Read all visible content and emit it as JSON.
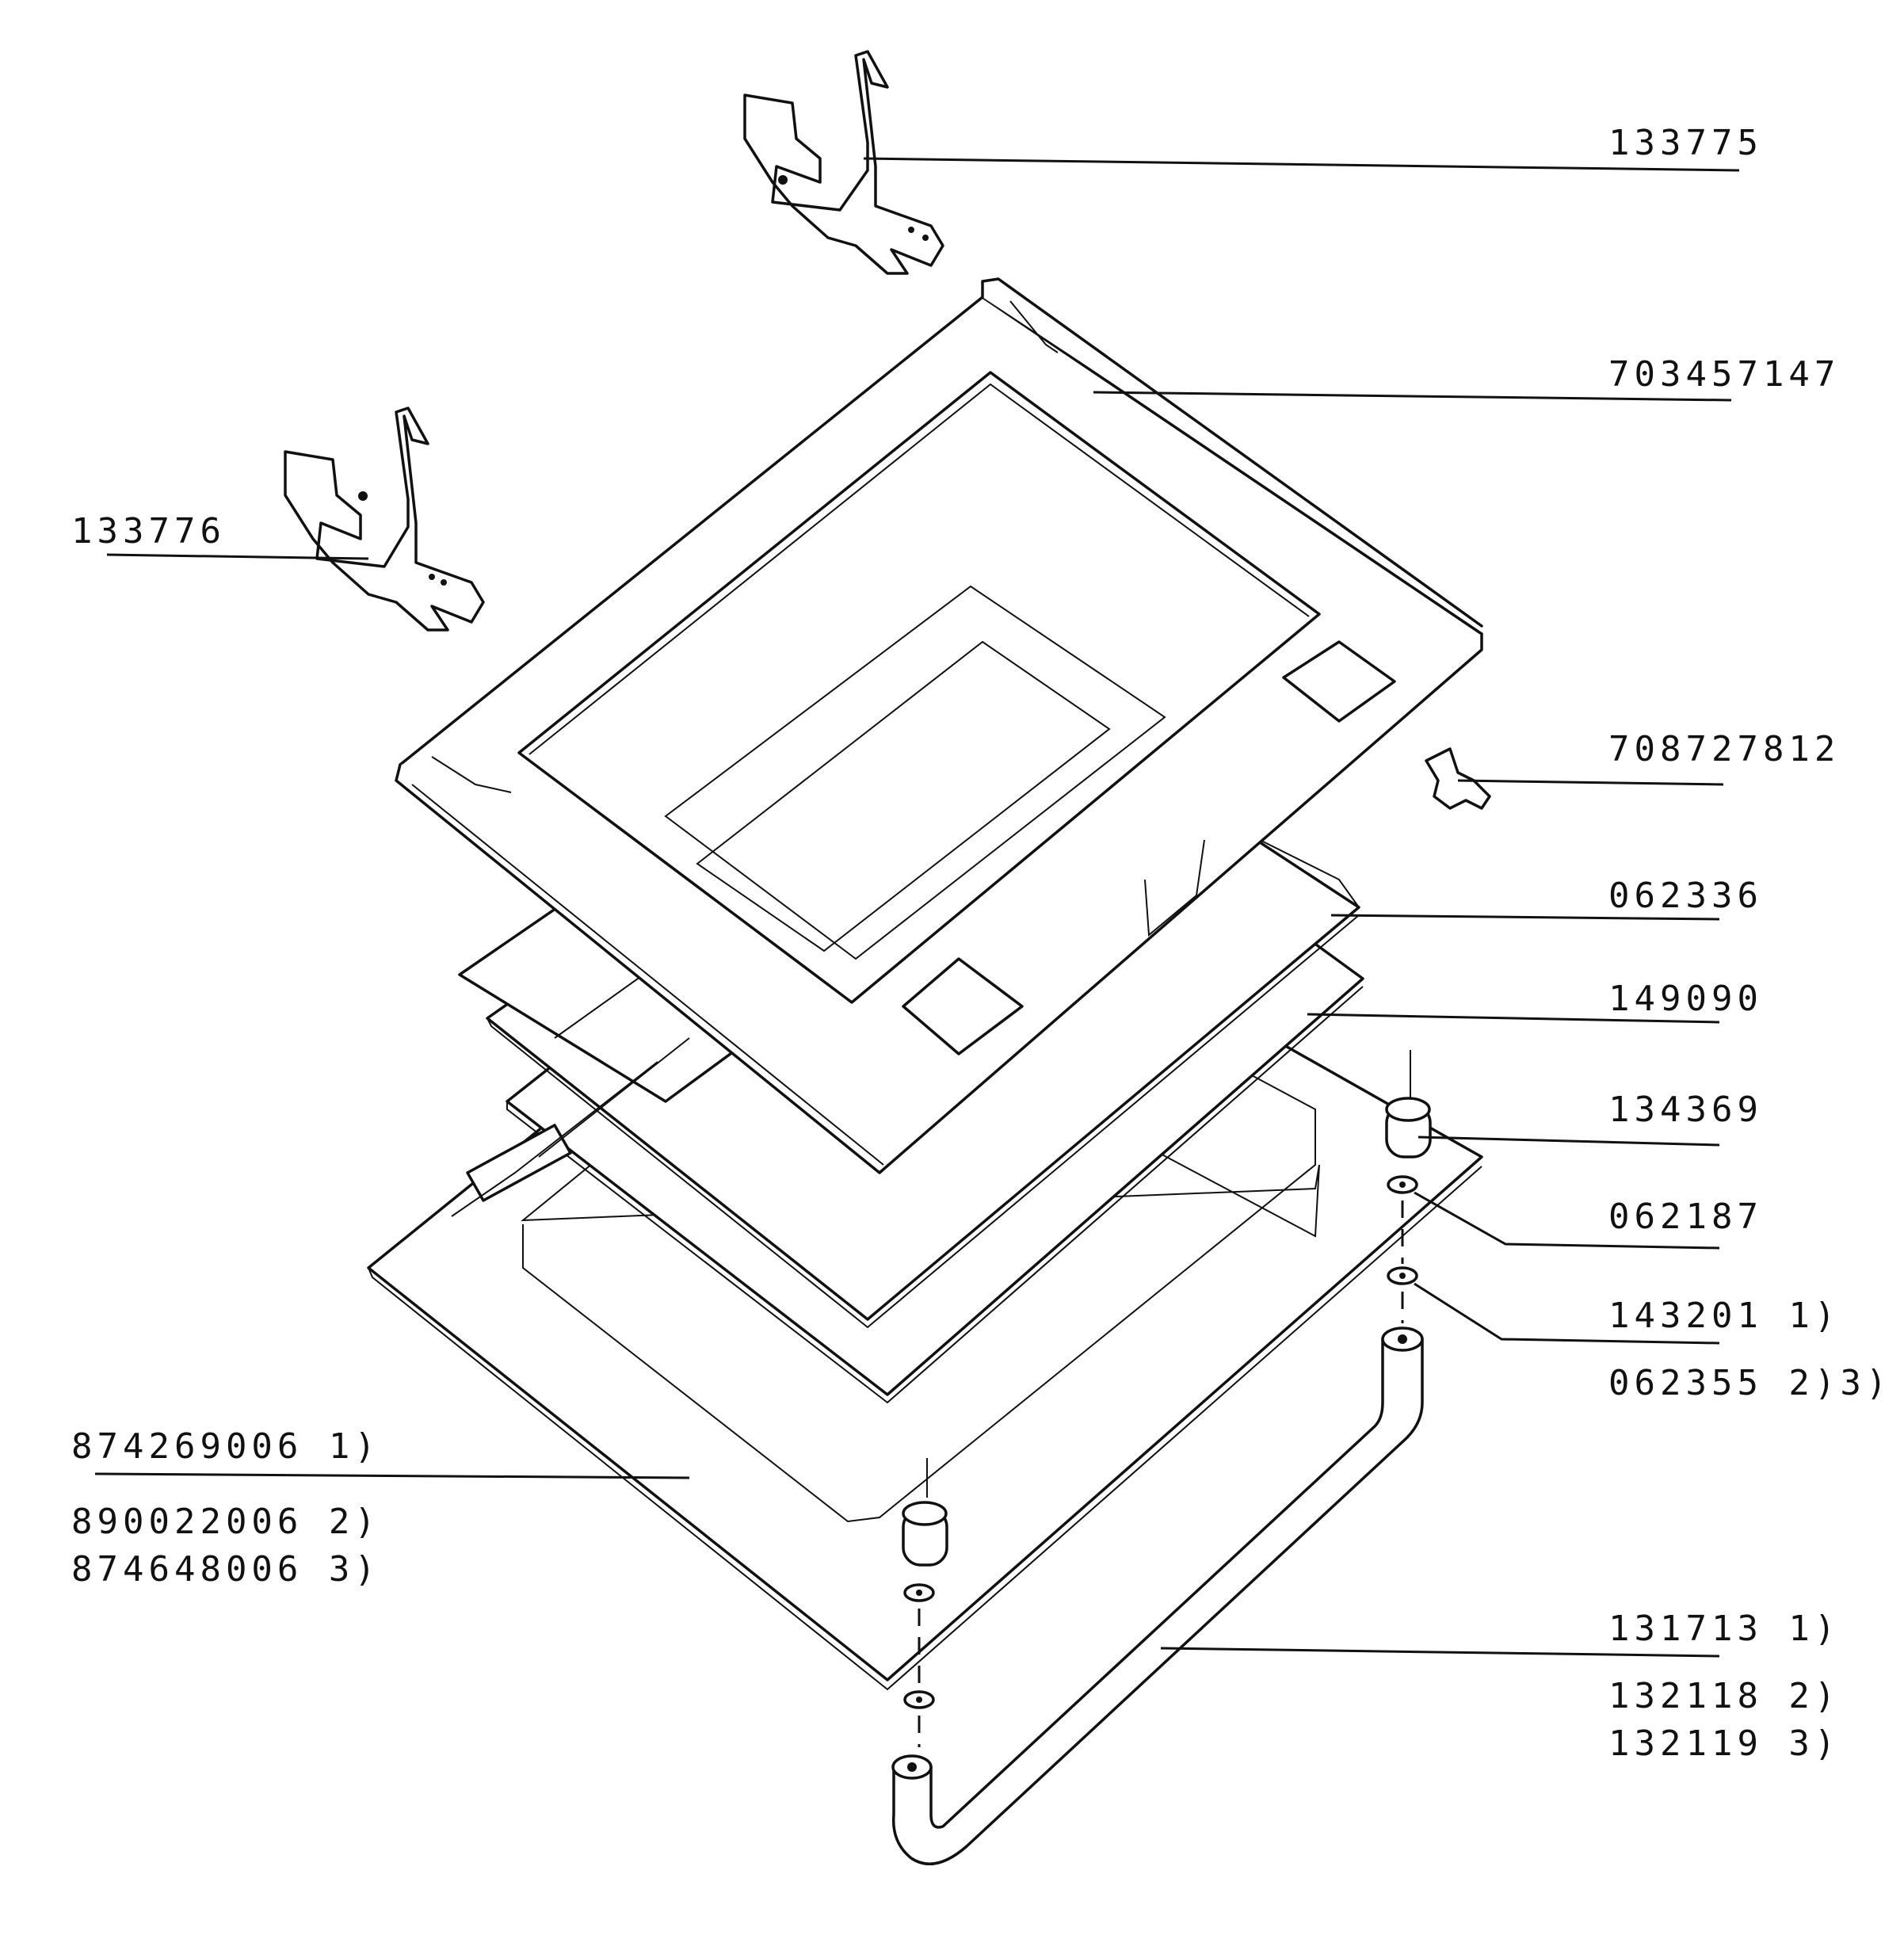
{
  "labels": {
    "l133775": "133775",
    "l703457147": "703457147",
    "l133776": "133776",
    "l708727812": "708727812",
    "l062336": "062336",
    "l149090": "149090",
    "l134369": "134369",
    "l062187": "062187",
    "l143201": "143201 1)",
    "l062355": "062355 2)3)",
    "l874269006": "874269006 1)",
    "l890022006": "890022006 2)",
    "l874648006": "874648006 3)",
    "l131713": "131713 1)",
    "l132118": "132118 2)",
    "l132119": "132119 3)"
  }
}
